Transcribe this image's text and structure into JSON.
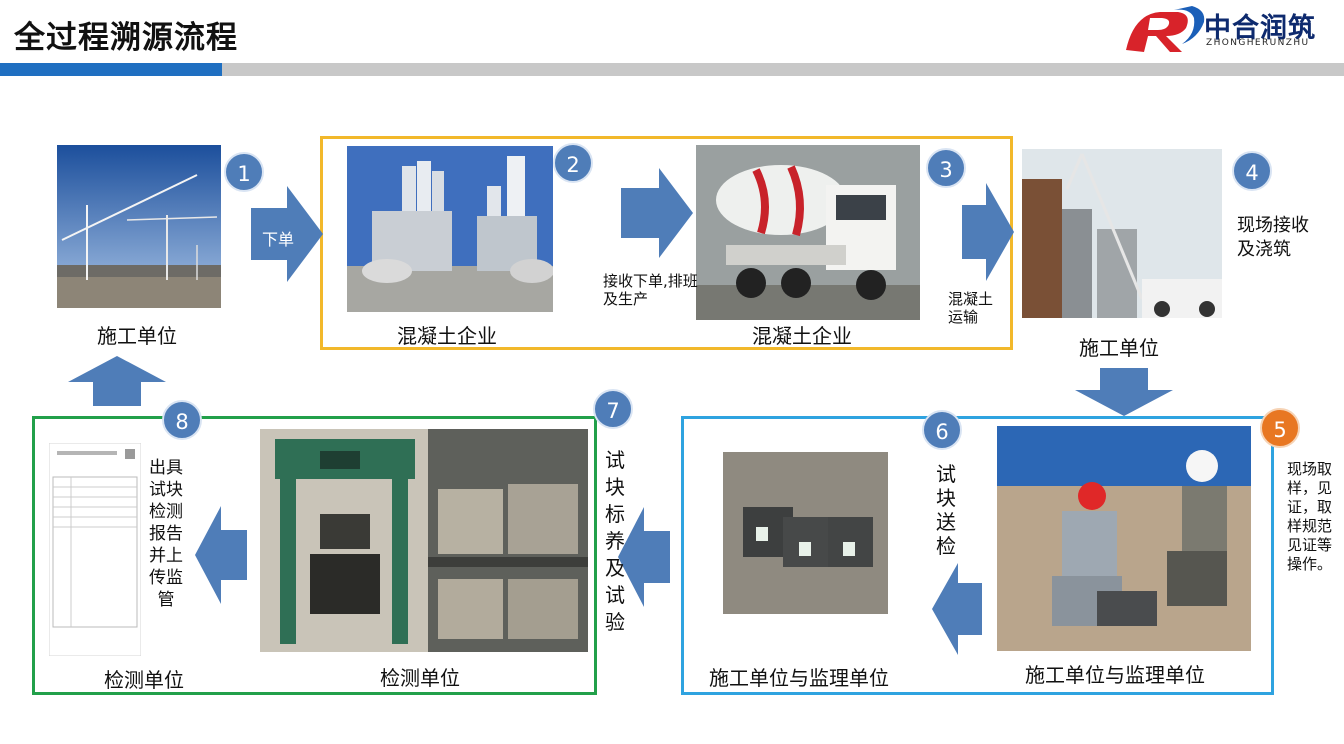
{
  "header": {
    "title": "全过程溯源流程",
    "logo_cn": "中合润筑",
    "logo_en": "ZHONGHERUNZHU",
    "colors": {
      "accent_blue": "#1f6fc1",
      "bar_gray": "#c8c8c8",
      "step_blue": "#4f7db8",
      "step_orange": "#e87722"
    }
  },
  "steps": [
    {
      "num": "1"
    },
    {
      "num": "2"
    },
    {
      "num": "3"
    },
    {
      "num": "4"
    },
    {
      "num": "5"
    },
    {
      "num": "6"
    },
    {
      "num": "7"
    },
    {
      "num": "8"
    }
  ],
  "labels": {
    "construction_unit_1": "施工单位",
    "concrete_company_1": "混凝土企业",
    "concrete_company_2": "混凝土企业",
    "construction_unit_2": "施工单位",
    "supervision_1": "施工单位与监理单位",
    "supervision_2": "施工单位与监理单位",
    "testing_unit_1": "检测单位",
    "testing_unit_2": "检测单位"
  },
  "actions": {
    "order": "下单",
    "receive_order": "接收下单,排班及生产",
    "transport": "混凝土运输",
    "receive_pour": "现场接收及浇筑",
    "sampling": "现场取样，见证，取样规范见证等操作。",
    "send_test": "试块送检",
    "curing_test": "试块标养及试验",
    "report": "出具试块检测报告并上传监管"
  },
  "groups": {
    "concrete_box_color": "#f2b82a",
    "field_box_color": "#2fa3e0",
    "testing_box_color": "#22a04a"
  }
}
